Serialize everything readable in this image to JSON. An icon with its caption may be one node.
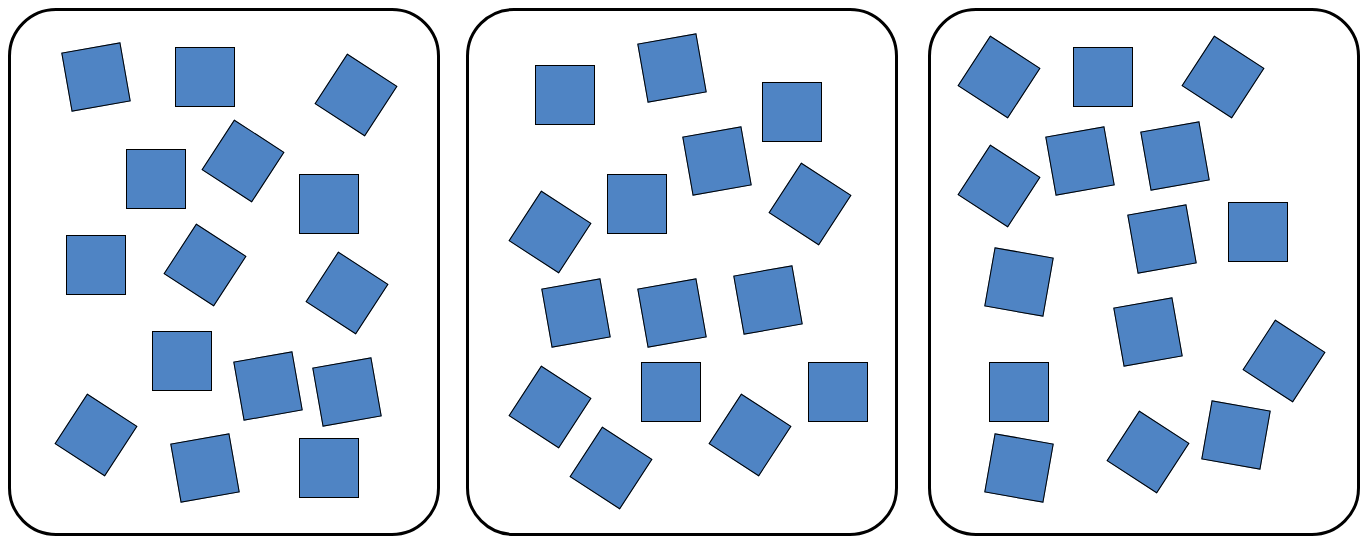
{
  "diagram": {
    "nodes": [
      {
        "text": [],
        "shape": "box"
      },
      {
        "text": [],
        "shape": "square",
        "in": 0
      },
      {
        "text": [],
        "shape": "square",
        "in": 0
      },
      {
        "text": [],
        "shape": "square",
        "in": 0
      },
      {
        "text": [],
        "shape": "square",
        "in": 0
      },
      {
        "text": [],
        "shape": "square",
        "in": 0
      },
      {
        "text": [],
        "shape": "square",
        "in": 0
      },
      {
        "text": [],
        "shape": "square",
        "in": 0
      },
      {
        "text": [],
        "shape": "square",
        "in": 0
      },
      {
        "text": [],
        "shape": "square",
        "in": 0
      },
      {
        "text": [],
        "shape": "square",
        "in": 0
      },
      {
        "text": [],
        "shape": "square",
        "in": 0
      },
      {
        "text": [],
        "shape": "square",
        "in": 0
      },
      {
        "text": [],
        "shape": "square",
        "in": 0
      },
      {
        "text": [],
        "shape": "square",
        "in": 0
      },
      {
        "text": [],
        "shape": "square",
        "in": 0
      },
      {
        "text": [],
        "shape": "box"
      },
      {
        "text": [],
        "shape": "square",
        "in": 16
      },
      {
        "text": [],
        "shape": "square",
        "in": 16
      },
      {
        "text": [],
        "shape": "square",
        "in": 16
      },
      {
        "text": [],
        "shape": "square",
        "in": 16
      },
      {
        "text": [],
        "shape": "square",
        "in": 16
      },
      {
        "text": [],
        "shape": "square",
        "in": 16
      },
      {
        "text": [],
        "shape": "square",
        "in": 16
      },
      {
        "text": [],
        "shape": "square",
        "in": 16
      },
      {
        "text": [],
        "shape": "square",
        "in": 16
      },
      {
        "text": [],
        "shape": "square",
        "in": 16
      },
      {
        "text": [],
        "shape": "square",
        "in": 16
      },
      {
        "text": [],
        "shape": "square",
        "in": 16
      },
      {
        "text": [],
        "shape": "square",
        "in": 16
      },
      {
        "text": [],
        "shape": "square",
        "in": 16
      },
      {
        "text": [],
        "shape": "square",
        "in": 16
      },
      {
        "text": [],
        "shape": "box"
      },
      {
        "text": [],
        "shape": "square",
        "in": 32
      },
      {
        "text": [],
        "shape": "square",
        "in": 32
      },
      {
        "text": [],
        "shape": "square",
        "in": 32
      },
      {
        "text": [],
        "shape": "square",
        "in": 32
      },
      {
        "text": [],
        "shape": "square",
        "in": 32
      },
      {
        "text": [],
        "shape": "square",
        "in": 32
      },
      {
        "text": [],
        "shape": "square",
        "in": 32
      },
      {
        "text": [],
        "shape": "square",
        "in": 32
      },
      {
        "text": [],
        "shape": "square",
        "in": 32
      },
      {
        "text": [],
        "shape": "square",
        "in": 32
      },
      {
        "text": [],
        "shape": "square",
        "in": 32
      },
      {
        "text": [],
        "shape": "square",
        "in": 32
      },
      {
        "text": [],
        "shape": "square",
        "in": 32
      },
      {
        "text": [],
        "shape": "square",
        "in": 32
      },
      {
        "text": [],
        "shape": "square",
        "in": 32
      }
    ]
  }
}
